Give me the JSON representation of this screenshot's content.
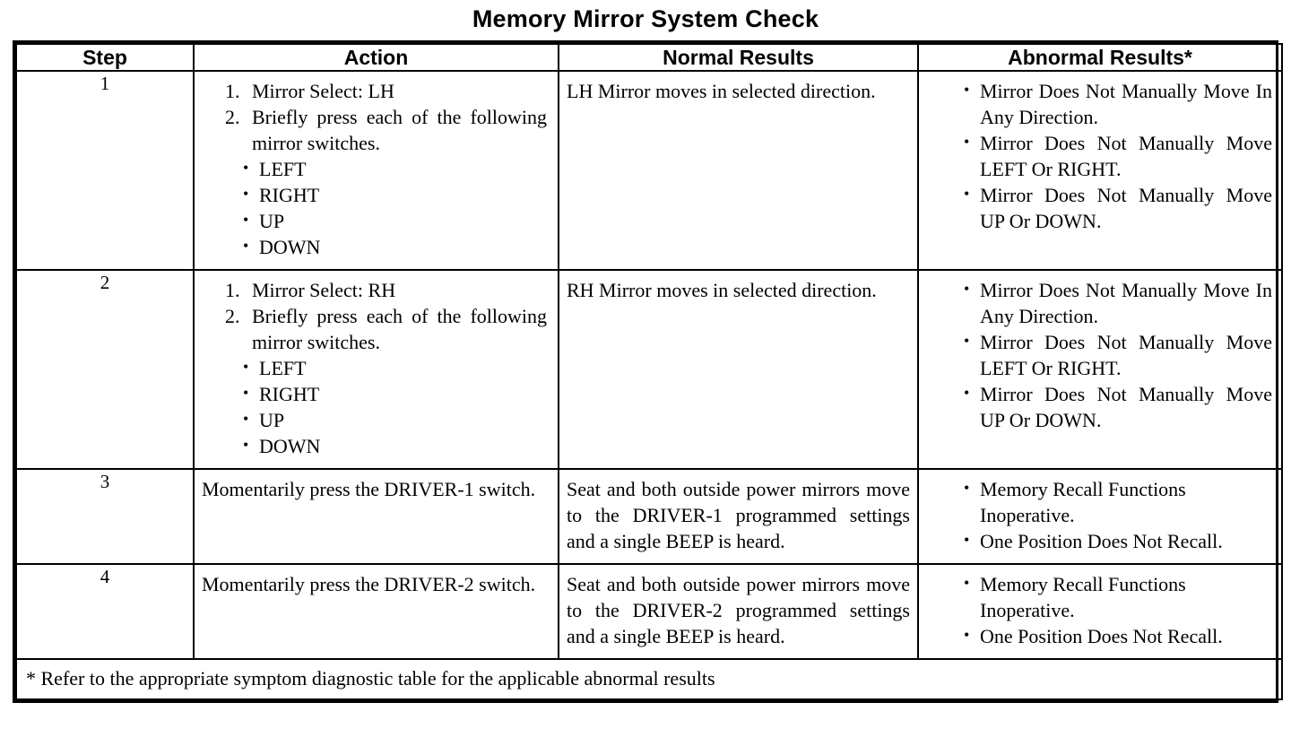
{
  "document": {
    "title": "Memory Mirror System Check"
  },
  "table": {
    "headers": {
      "step": "Step",
      "action": "Action",
      "normal": "Normal Results",
      "abnormal": "Abnormal Results*"
    },
    "rows": [
      {
        "step": "1",
        "action": {
          "items": [
            {
              "num": "1.",
              "text": "Mirror Select: LH"
            },
            {
              "num": "2.",
              "text": "Briefly press each of the following mirror switches."
            }
          ],
          "switches": [
            "LEFT",
            "RIGHT",
            "UP",
            "DOWN"
          ]
        },
        "normal": "LH Mirror moves in selected direction.",
        "abnormal": [
          "Mirror Does Not Manually Move In Any Direction.",
          "Mirror Does Not Manually Move LEFT Or RIGHT.",
          "Mirror Does Not Manually Move UP Or DOWN."
        ]
      },
      {
        "step": "2",
        "action": {
          "items": [
            {
              "num": "1.",
              "text": "Mirror Select: RH"
            },
            {
              "num": "2.",
              "text": "Briefly press each of the following mirror switches."
            }
          ],
          "switches": [
            "LEFT",
            "RIGHT",
            "UP",
            "DOWN"
          ]
        },
        "normal": "RH Mirror moves in selected direction.",
        "abnormal": [
          "Mirror Does Not Manually Move In Any Direction.",
          "Mirror Does Not Manually Move LEFT Or RIGHT.",
          "Mirror Does Not Manually Move UP Or DOWN."
        ]
      },
      {
        "step": "3",
        "action_text": "Momentarily press the DRIVER-1 switch.",
        "normal": "Seat and both outside power mirrors move to the DRIVER-1 programmed settings and a single BEEP is heard.",
        "abnormal": [
          "Memory Recall Functions Inoperative.",
          "One Position Does Not Recall."
        ]
      },
      {
        "step": "4",
        "action_text": "Momentarily press the DRIVER-2 switch.",
        "normal": "Seat and both outside power mirrors move to the DRIVER-2 programmed settings and a single BEEP is heard.",
        "abnormal": [
          "Memory Recall Functions Inoperative.",
          "One Position Does Not Recall."
        ]
      }
    ],
    "footnote": "* Refer to the appropriate symptom diagnostic table for the applicable abnormal results"
  }
}
